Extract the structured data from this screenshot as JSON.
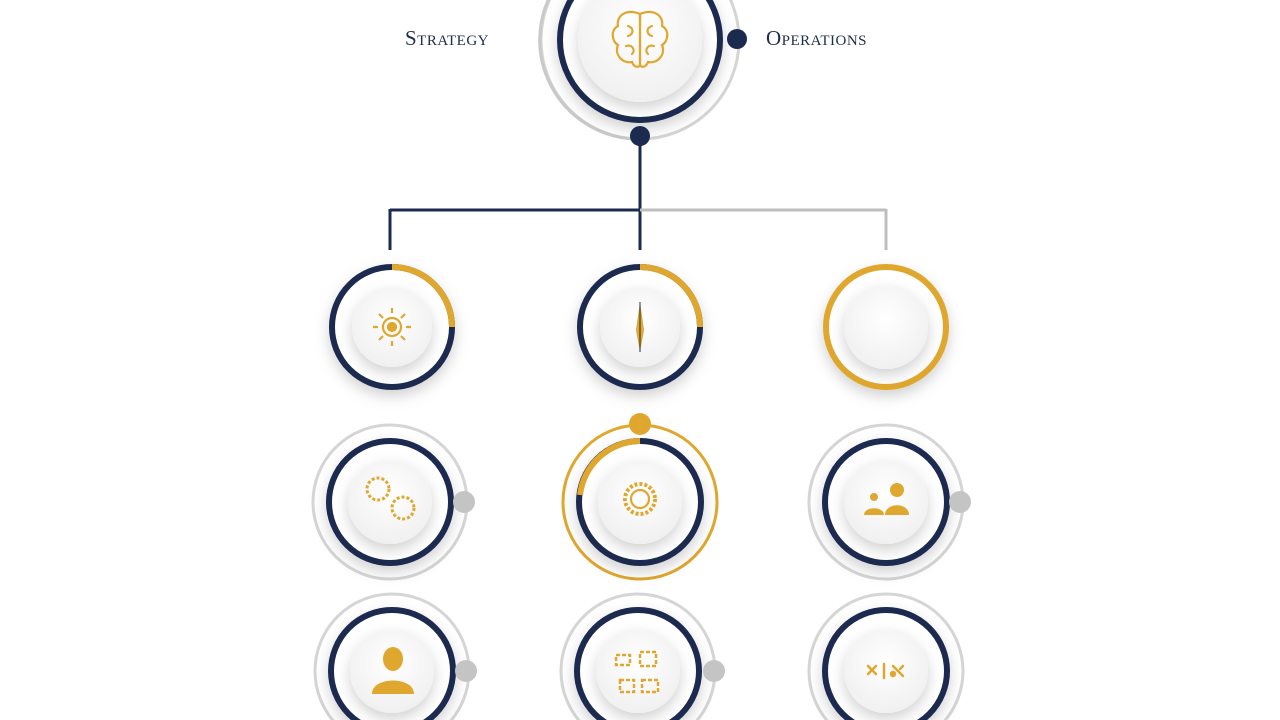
{
  "labels": {
    "strategy": "Strategy",
    "operations": "Operations"
  },
  "colors": {
    "navy": "#1b2b4f",
    "gold": "#e0a72e",
    "gray": "#bdbdbd",
    "ring_gray": "#d5d5d5"
  },
  "nodes": [
    {
      "id": "root",
      "icon": "brain-icon"
    },
    {
      "id": "child-left",
      "icon": "sun-gear-icon"
    },
    {
      "id": "child-center",
      "icon": "compass-needle-icon"
    },
    {
      "id": "child-right",
      "icon": "empty-icon"
    },
    {
      "id": "row2-left",
      "icon": "gears-icon"
    },
    {
      "id": "row2-center",
      "icon": "gear-icon"
    },
    {
      "id": "row2-right",
      "icon": "team-icon"
    },
    {
      "id": "row3-left",
      "icon": "person-icon"
    },
    {
      "id": "row3-center",
      "icon": "puzzle-icon"
    },
    {
      "id": "row3-right",
      "icon": "tools-icon"
    }
  ]
}
